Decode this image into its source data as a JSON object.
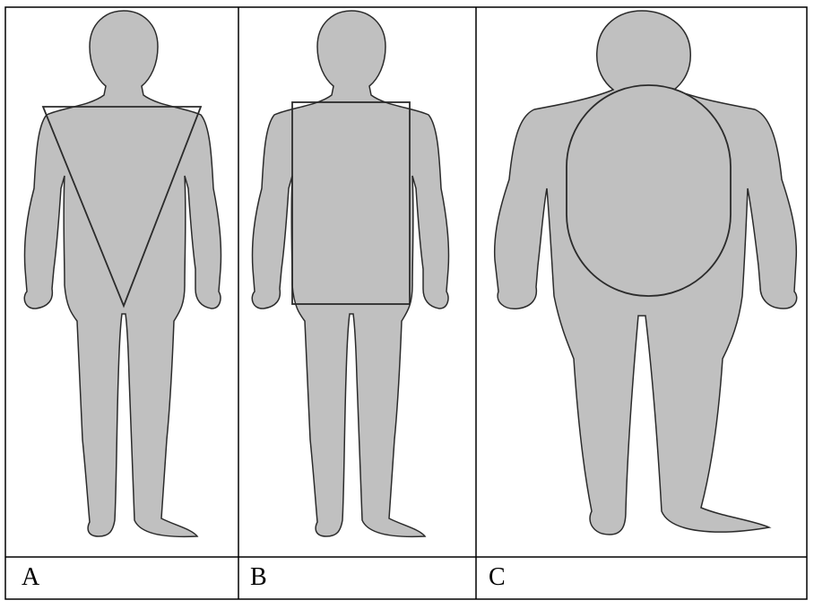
{
  "colors": {
    "silhouette_fill": "#c0c0c0",
    "outline": "#2b2b2b",
    "grid": "#000000",
    "background": "#ffffff"
  },
  "panels": [
    {
      "label": "A",
      "shape": "inverted-triangle"
    },
    {
      "label": "B",
      "shape": "rectangle"
    },
    {
      "label": "C",
      "shape": "oval"
    }
  ]
}
